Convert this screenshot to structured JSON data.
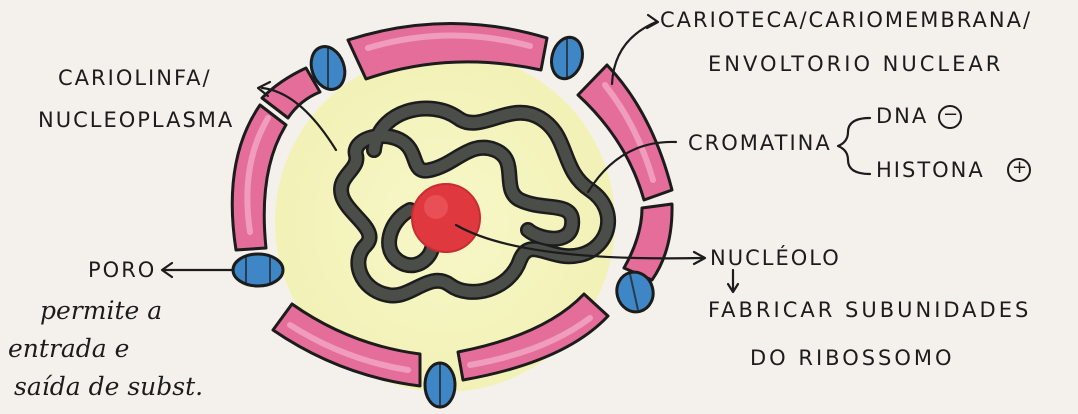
{
  "labels": {
    "carioteca_line1": "CARIOTECA/CARIOMEMBRANA/",
    "carioteca_line2": "ENVOLTORIO NUCLEAR",
    "cariolinfa_line1": "CARIOLINFA/",
    "cariolinfa_line2": "NUCLEOPLASMA",
    "cromatina": "CROMATINA",
    "dna": "DNA",
    "dna_charge": "−",
    "histona": "HISTONA",
    "histona_charge": "+",
    "nucleolo": "NUCLÉOLO",
    "fabricar_line1": "FABRICAR SUBUNIDADES",
    "fabricar_line2": "DO RIBOSSOMO",
    "poro": "PORO",
    "poro_note_line1": "permite a",
    "poro_note_line2": "entrada e",
    "poro_note_line3": "saída de subst."
  },
  "colors": {
    "membrane": "#e56d9a",
    "membrane_light": "#f3a9c4",
    "nucleoplasm": "#f4f5bf",
    "chromatin": "#4b4d49",
    "nucleolus": "#e0383f",
    "pore": "#3f86c7",
    "ink": "#1c1c1c"
  }
}
